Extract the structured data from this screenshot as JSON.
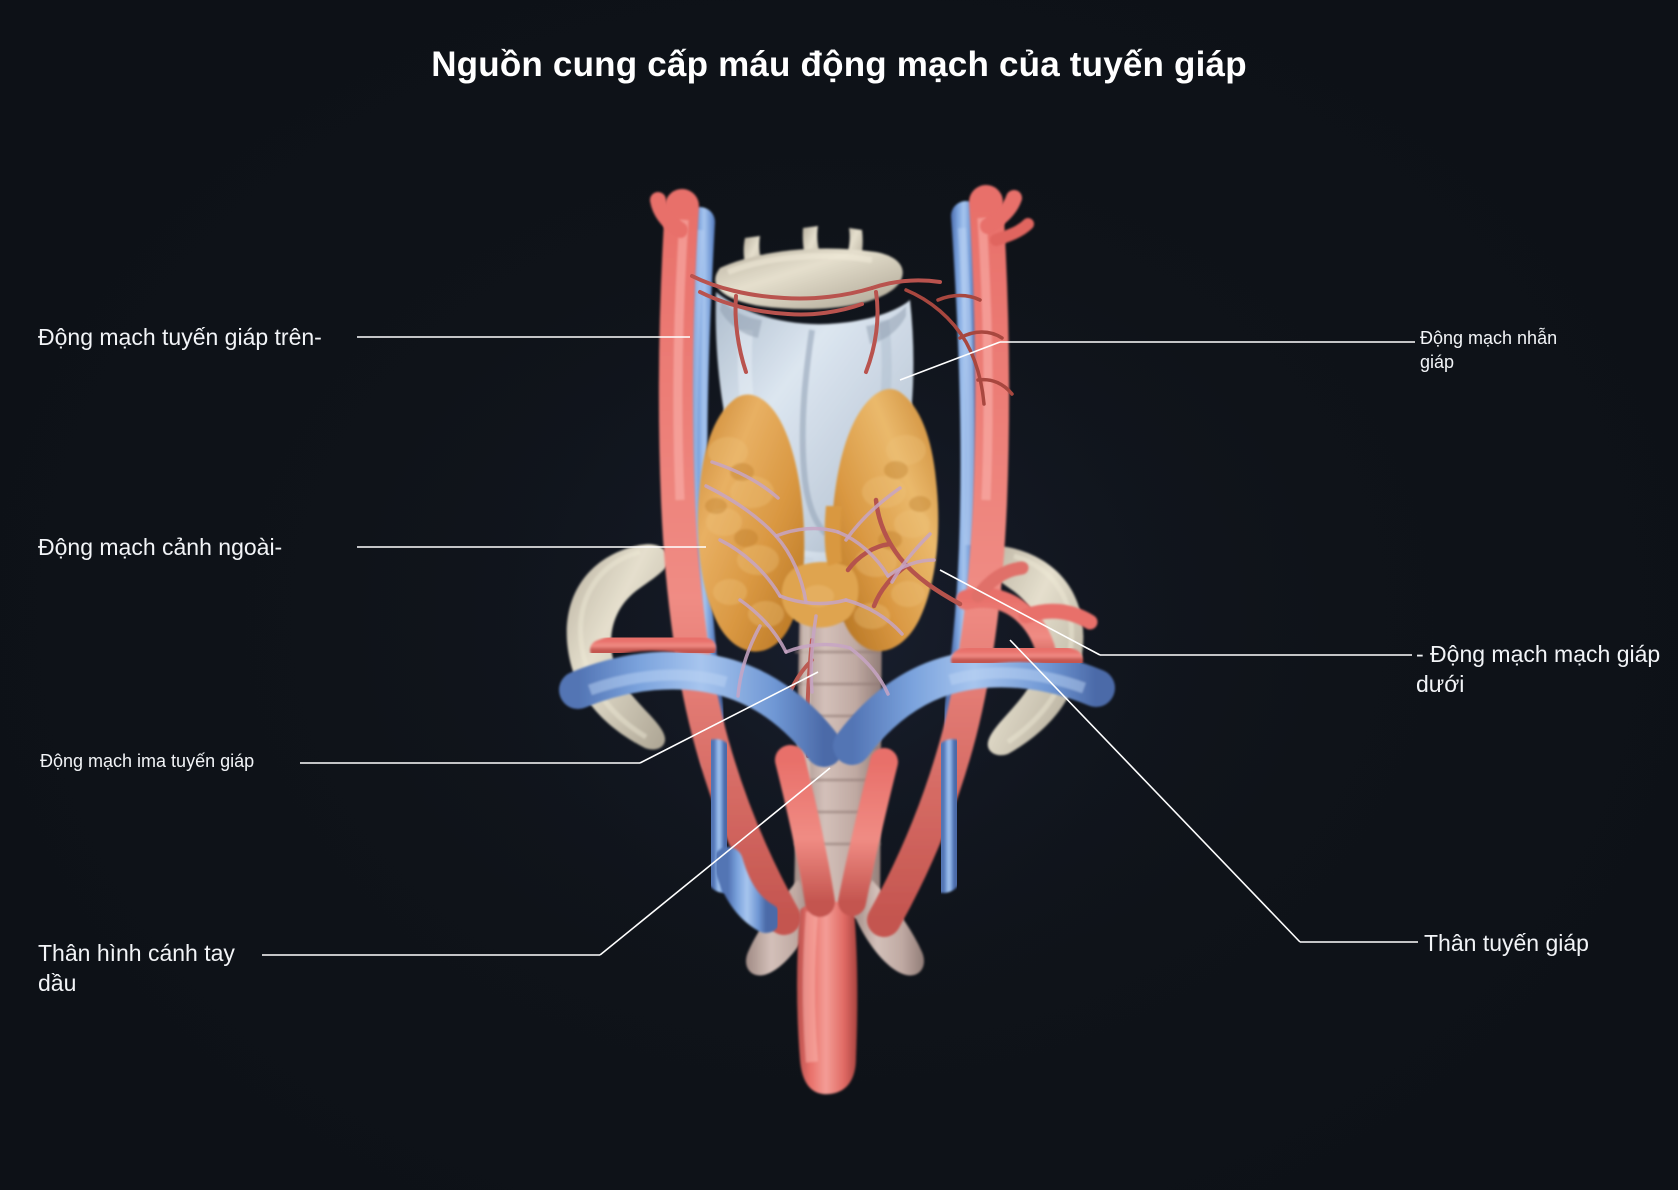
{
  "page": {
    "title": "Nguồn cung cấp máu động mạch của tuyến giáp",
    "background_color": "#0f1319",
    "text_color": "#f2f4f7"
  },
  "labels": {
    "superior_thyroid_artery": "Động mạch tuyến giáp trên-",
    "external_carotid_artery": "Động mạch cảnh ngoài-",
    "thyroid_ima_artery": "Động mạch ima tuyến giáp",
    "brachiocephalic_trunk_line1": "Thân hình cánh tay",
    "brachiocephalic_trunk_line2": "dầu",
    "cricothyroid_artery_line1": "Động mạch nhẫn",
    "cricothyroid_artery_line2": "giáp",
    "inferior_thyroid_artery_line1": "- Động mạch mạch giáp",
    "inferior_thyroid_artery_line2": "dưới",
    "thyrocervical_trunk": "Thân tuyến giáp"
  },
  "illustration": {
    "name": "thyroid-arterial-blood-supply-3d-render",
    "colors": {
      "artery": "#e8706a",
      "artery_light": "#f08c84",
      "artery_dark": "#c4554f",
      "vein": "#7ba3dd",
      "vein_light": "#9cbce9",
      "vein_dark": "#5b84c4",
      "thyroid_gland": "#dda04a",
      "thyroid_gland_light": "#eab96c",
      "thyroid_gland_dark": "#b97c2e",
      "cartilage": "#c7d2dd",
      "cartilage_light": "#dee6ee",
      "cartilage_dark": "#a3b2c2",
      "bone": "#ddd6c2",
      "bone_dark": "#b8b0a0",
      "trachea": "#c9b5ae",
      "vessel_branch": "#b98fa8",
      "leader_line": "#ffffff"
    },
    "structures": [
      "thyroid-cartilage",
      "cricoid-cartilage",
      "thyroid-gland-left-lobe",
      "thyroid-gland-right-lobe",
      "thyroid-isthmus",
      "trachea",
      "common-carotid-artery",
      "internal-jugular-vein",
      "subclavian-vein",
      "brachiocephalic-vein",
      "aortic-arch",
      "clavicle"
    ]
  }
}
